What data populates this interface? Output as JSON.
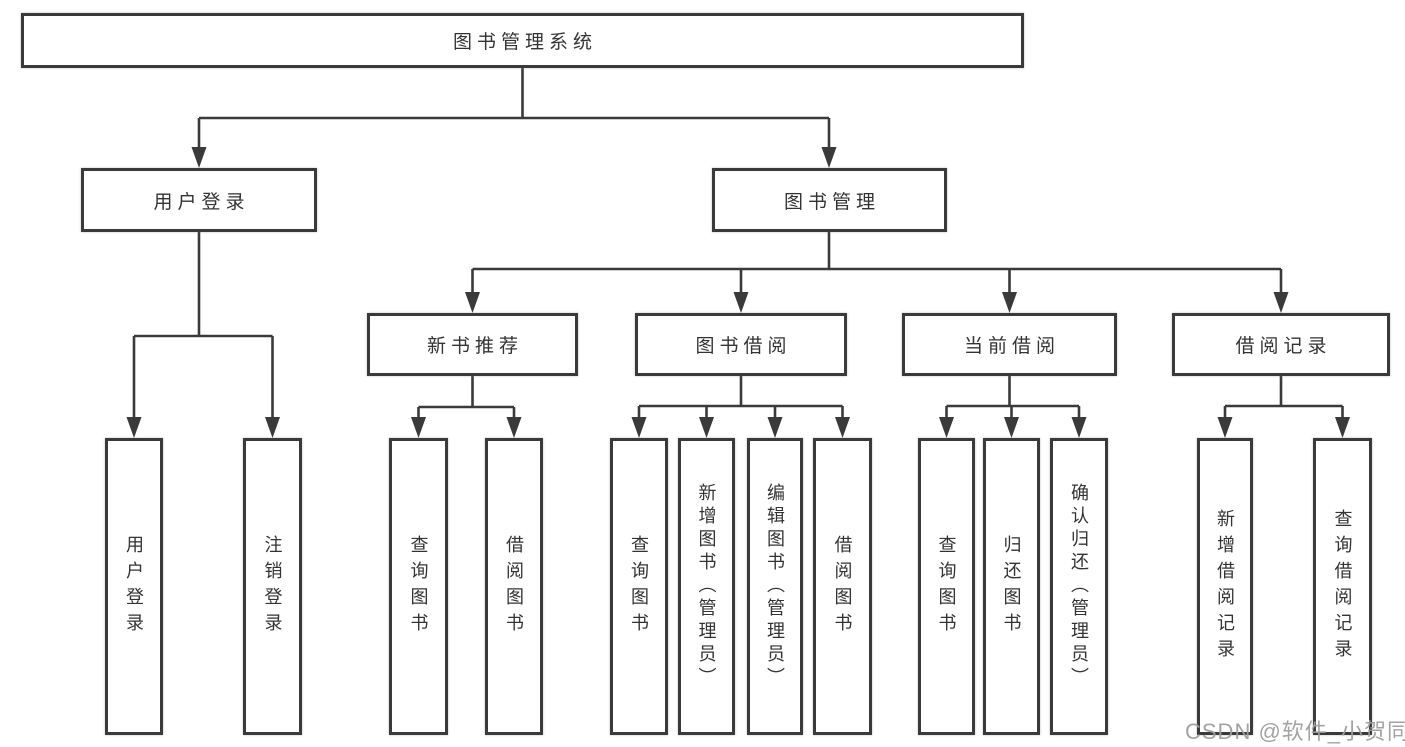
{
  "tree": {
    "root": {
      "label": "图书管理系统",
      "children": [
        {
          "label": "用户登录",
          "children": [
            {
              "label": "用户登录"
            },
            {
              "label": "注销登录"
            }
          ]
        },
        {
          "label": "图书管理",
          "children": [
            {
              "label": "新书推荐",
              "children": [
                {
                  "label": "查询图书"
                },
                {
                  "label": "借阅图书"
                }
              ]
            },
            {
              "label": "图书借阅",
              "children": [
                {
                  "label": "查询图书"
                },
                {
                  "label": "新增图书（管理员）"
                },
                {
                  "label": "编辑图书（管理员）"
                },
                {
                  "label": "借阅图书"
                }
              ]
            },
            {
              "label": "当前借阅",
              "children": [
                {
                  "label": "查询图书"
                },
                {
                  "label": "归还图书"
                },
                {
                  "label": "确认归还（管理员）"
                }
              ]
            },
            {
              "label": "借阅记录",
              "children": [
                {
                  "label": "新增借阅记录"
                },
                {
                  "label": "查询借阅记录"
                }
              ]
            }
          ]
        }
      ]
    }
  },
  "watermark": {
    "text": "CSDN @软件_小贺同学"
  },
  "colors": {
    "line": "#3a3a3a",
    "text": "#333333",
    "watermark": "#9e9e9e",
    "background": "#ffffff"
  }
}
